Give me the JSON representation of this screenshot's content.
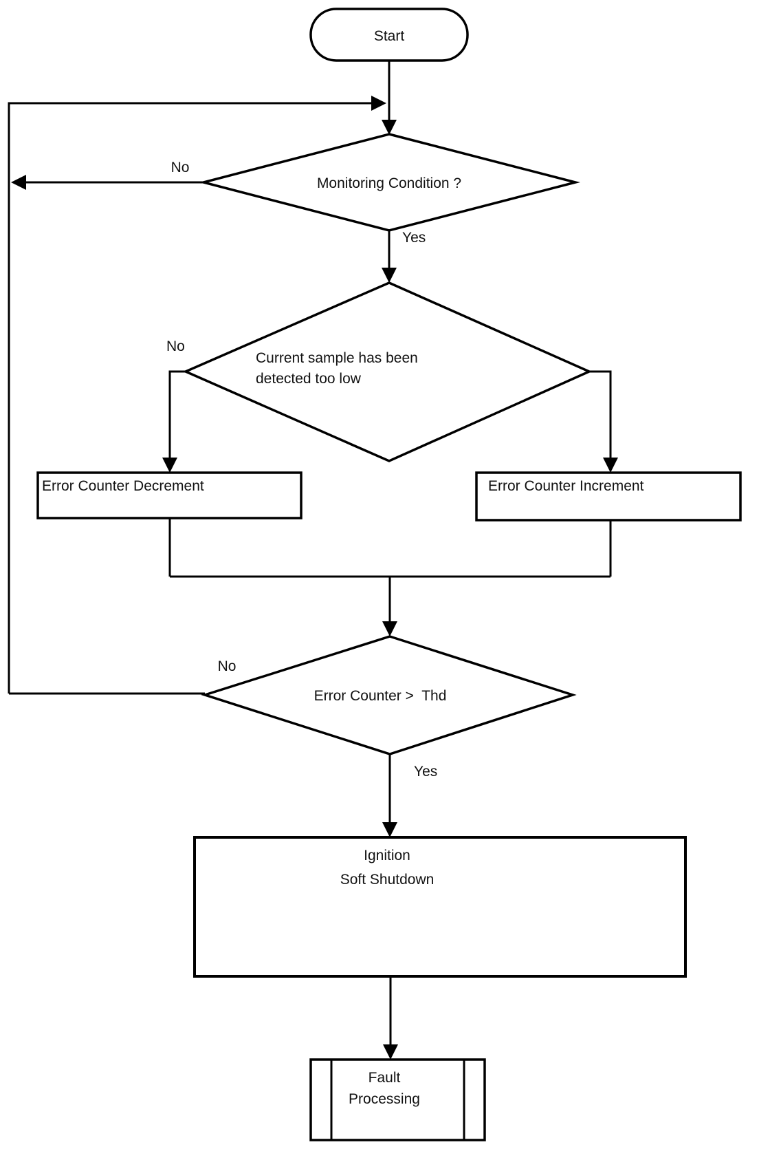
{
  "diagram": {
    "type": "flowchart",
    "background_color": "#ffffff",
    "stroke_color": "#000000",
    "text_color": "#111111",
    "nodes": {
      "start": {
        "shape": "terminator",
        "label": "Start"
      },
      "monitoring_decision": {
        "shape": "decision",
        "label": "Monitoring Condition ?"
      },
      "sample_decision": {
        "shape": "decision",
        "line1": "Current sample has been",
        "line2": "detected too low"
      },
      "error_counter_decrement": {
        "shape": "process",
        "label": "Error Counter Decrement"
      },
      "error_counter_increment": {
        "shape": "process",
        "label": "Error Counter Increment"
      },
      "threshold_decision": {
        "shape": "decision",
        "label": "Error Counter >  Thd"
      },
      "ignition_soft_shutdown": {
        "shape": "process",
        "line1": "Ignition",
        "line2": "Soft Shutdown"
      },
      "fault_processing": {
        "shape": "predefined-process",
        "line1": "Fault",
        "line2": "Processing"
      }
    },
    "edge_labels": {
      "monitoring_no": "No",
      "monitoring_yes": "Yes",
      "sample_no": "No",
      "threshold_no": "No",
      "threshold_yes": "Yes"
    }
  }
}
